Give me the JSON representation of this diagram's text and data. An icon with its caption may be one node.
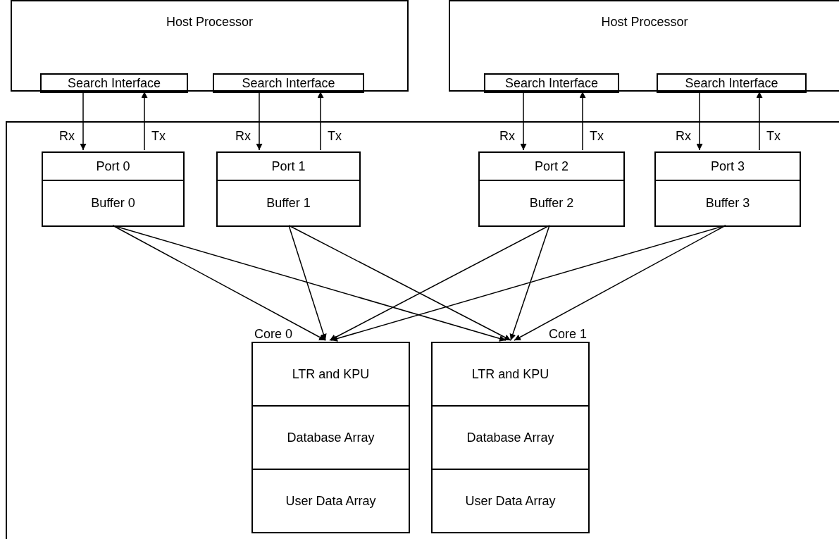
{
  "diagram": {
    "nodes": [
      {
        "text": [
          "Host Processor"
        ]
      },
      {
        "text": [
          "Search Interface"
        ],
        "in": 0
      },
      {
        "text": [
          "Search Interface"
        ],
        "in": 0
      },
      {
        "text": [
          "Host Processor"
        ]
      },
      {
        "text": [
          "Search Interface"
        ],
        "in": 3
      },
      {
        "text": [
          "Search Interface"
        ],
        "in": 3
      },
      {
        "text": [],
        "shape": "box"
      },
      {
        "text": [
          "Port 0",
          "Buffer 0"
        ],
        "in": 6
      },
      {
        "text": [
          "Port 1",
          "Buffer 1"
        ],
        "in": 6
      },
      {
        "text": [
          "Port 2",
          "Buffer 2"
        ],
        "in": 6
      },
      {
        "text": [
          "Port 3",
          "Buffer 3"
        ],
        "in": 6
      },
      {
        "text": [
          "Core 0",
          "LTR and KPU",
          "Database Array",
          "User Data Array"
        ],
        "in": 6
      },
      {
        "text": [
          "Core 1",
          "LTR and KPU",
          "Database Array",
          "User Data Array"
        ],
        "in": 6
      }
    ],
    "edges": [
      {
        "from": 1,
        "to": 7,
        "arrow": "to",
        "label": "Rx"
      },
      {
        "from": 7,
        "to": 1,
        "arrow": "to",
        "label": "Tx"
      },
      {
        "from": 2,
        "to": 8,
        "arrow": "to",
        "label": "Rx"
      },
      {
        "from": 8,
        "to": 2,
        "arrow": "to",
        "label": "Tx"
      },
      {
        "from": 4,
        "to": 9,
        "arrow": "to",
        "label": "Rx"
      },
      {
        "from": 9,
        "to": 4,
        "arrow": "to",
        "label": "Tx"
      },
      {
        "from": 5,
        "to": 10,
        "arrow": "to",
        "label": "Rx"
      },
      {
        "from": 10,
        "to": 5,
        "arrow": "to",
        "label": "Tx"
      },
      {
        "from": 7,
        "to": 11,
        "arrow": "to"
      },
      {
        "from": 7,
        "to": 12,
        "arrow": "to"
      },
      {
        "from": 8,
        "to": 11,
        "arrow": "to"
      },
      {
        "from": 8,
        "to": 12,
        "arrow": "to"
      },
      {
        "from": 9,
        "to": 11,
        "arrow": "to"
      },
      {
        "from": 9,
        "to": 12,
        "arrow": "to"
      },
      {
        "from": 10,
        "to": 11,
        "arrow": "to"
      },
      {
        "from": 10,
        "to": 12,
        "arrow": "to"
      }
    ]
  }
}
